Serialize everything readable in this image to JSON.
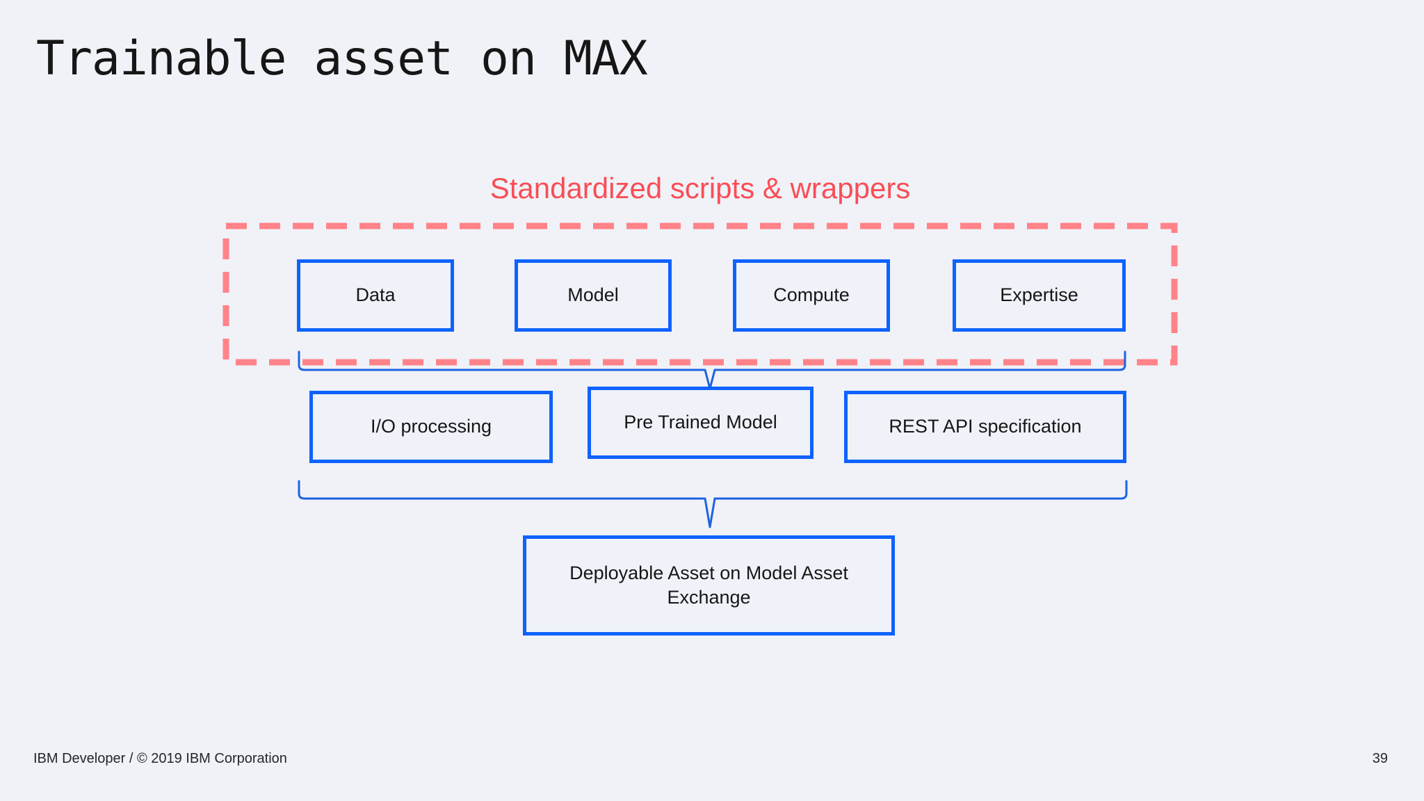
{
  "slide": {
    "title": "Trainable asset on MAX",
    "footer_left": "IBM Developer / © 2019 IBM Corporation",
    "page_number": "39"
  },
  "diagram": {
    "group_label": "Standardized scripts & wrappers",
    "ingredients": [
      {
        "label": "Data"
      },
      {
        "label": "Model"
      },
      {
        "label": "Compute"
      },
      {
        "label": "Expertise"
      }
    ],
    "artifacts": [
      {
        "label": "I/O processing"
      },
      {
        "label": "Pre Trained Model"
      },
      {
        "label": "REST API specification"
      }
    ],
    "result": {
      "label": "Deployable Asset on Model Asset Exchange"
    }
  },
  "colors": {
    "background": "#f0f2f7",
    "accent_red_text": "#fa4d56",
    "dashed_border_red": "#ff8389",
    "node_border_blue": "#0f62fe",
    "node_fill": "#eff2f8",
    "brace_blue": "#1e63e0",
    "text": "#161616"
  }
}
